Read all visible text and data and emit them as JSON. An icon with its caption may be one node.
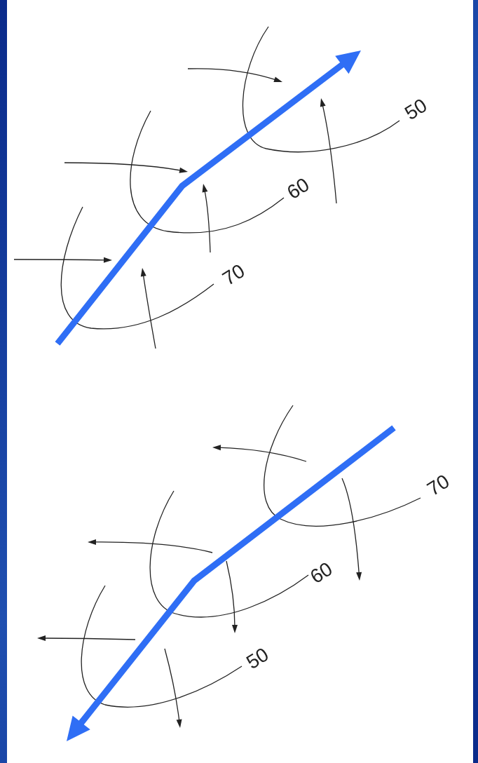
{
  "diagram": {
    "labels": [
      "50",
      "60",
      "70",
      "70",
      "60",
      "50"
    ]
  }
}
